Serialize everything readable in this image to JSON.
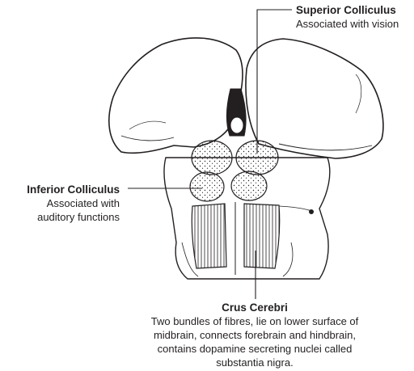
{
  "labels": {
    "superior": {
      "title": "Superior Colliculus",
      "desc": [
        "Associated with vision"
      ]
    },
    "inferior": {
      "title": "Inferior Colliculus",
      "desc": [
        "Associated with",
        "auditory functions"
      ]
    },
    "crus": {
      "title": "Crus Cerebri",
      "desc": [
        "Two bundles of fibres, lie on lower surface of",
        "midbrain, connects forebrain and hindbrain,",
        "contains dopamine secreting nuclei called",
        "substantia nigra."
      ]
    }
  },
  "colors": {
    "ink": "#231f20",
    "line": "#231f20",
    "paper": "#ffffff"
  }
}
